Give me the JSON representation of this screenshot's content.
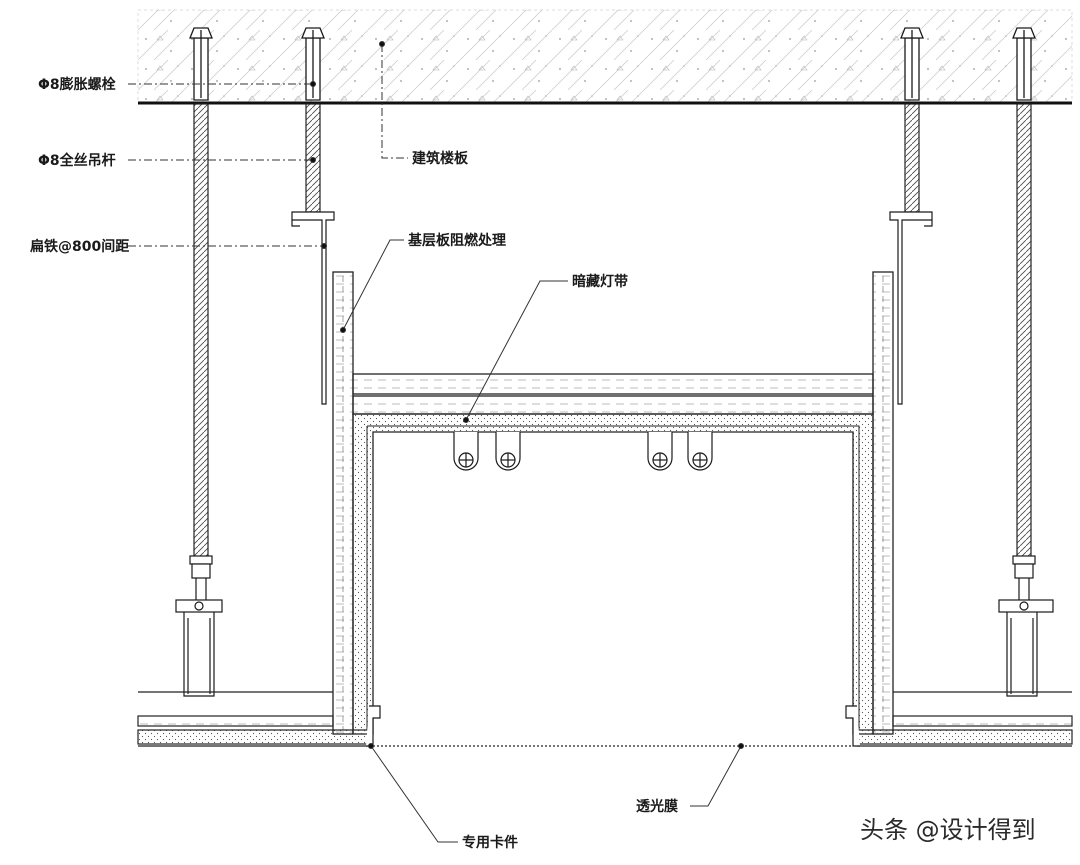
{
  "labels": {
    "expansion_bolt": "Φ8膨胀螺栓",
    "threaded_rod": "Φ8全丝吊杆",
    "flat_iron": "扁铁@800间距",
    "floor_slab": "建筑楼板",
    "base_board": "基层板阻燃处理",
    "hidden_strip": "暗藏灯带",
    "light_film": "透光膜",
    "clip": "专用卡件"
  },
  "watermark": "头条 @设计得到"
}
